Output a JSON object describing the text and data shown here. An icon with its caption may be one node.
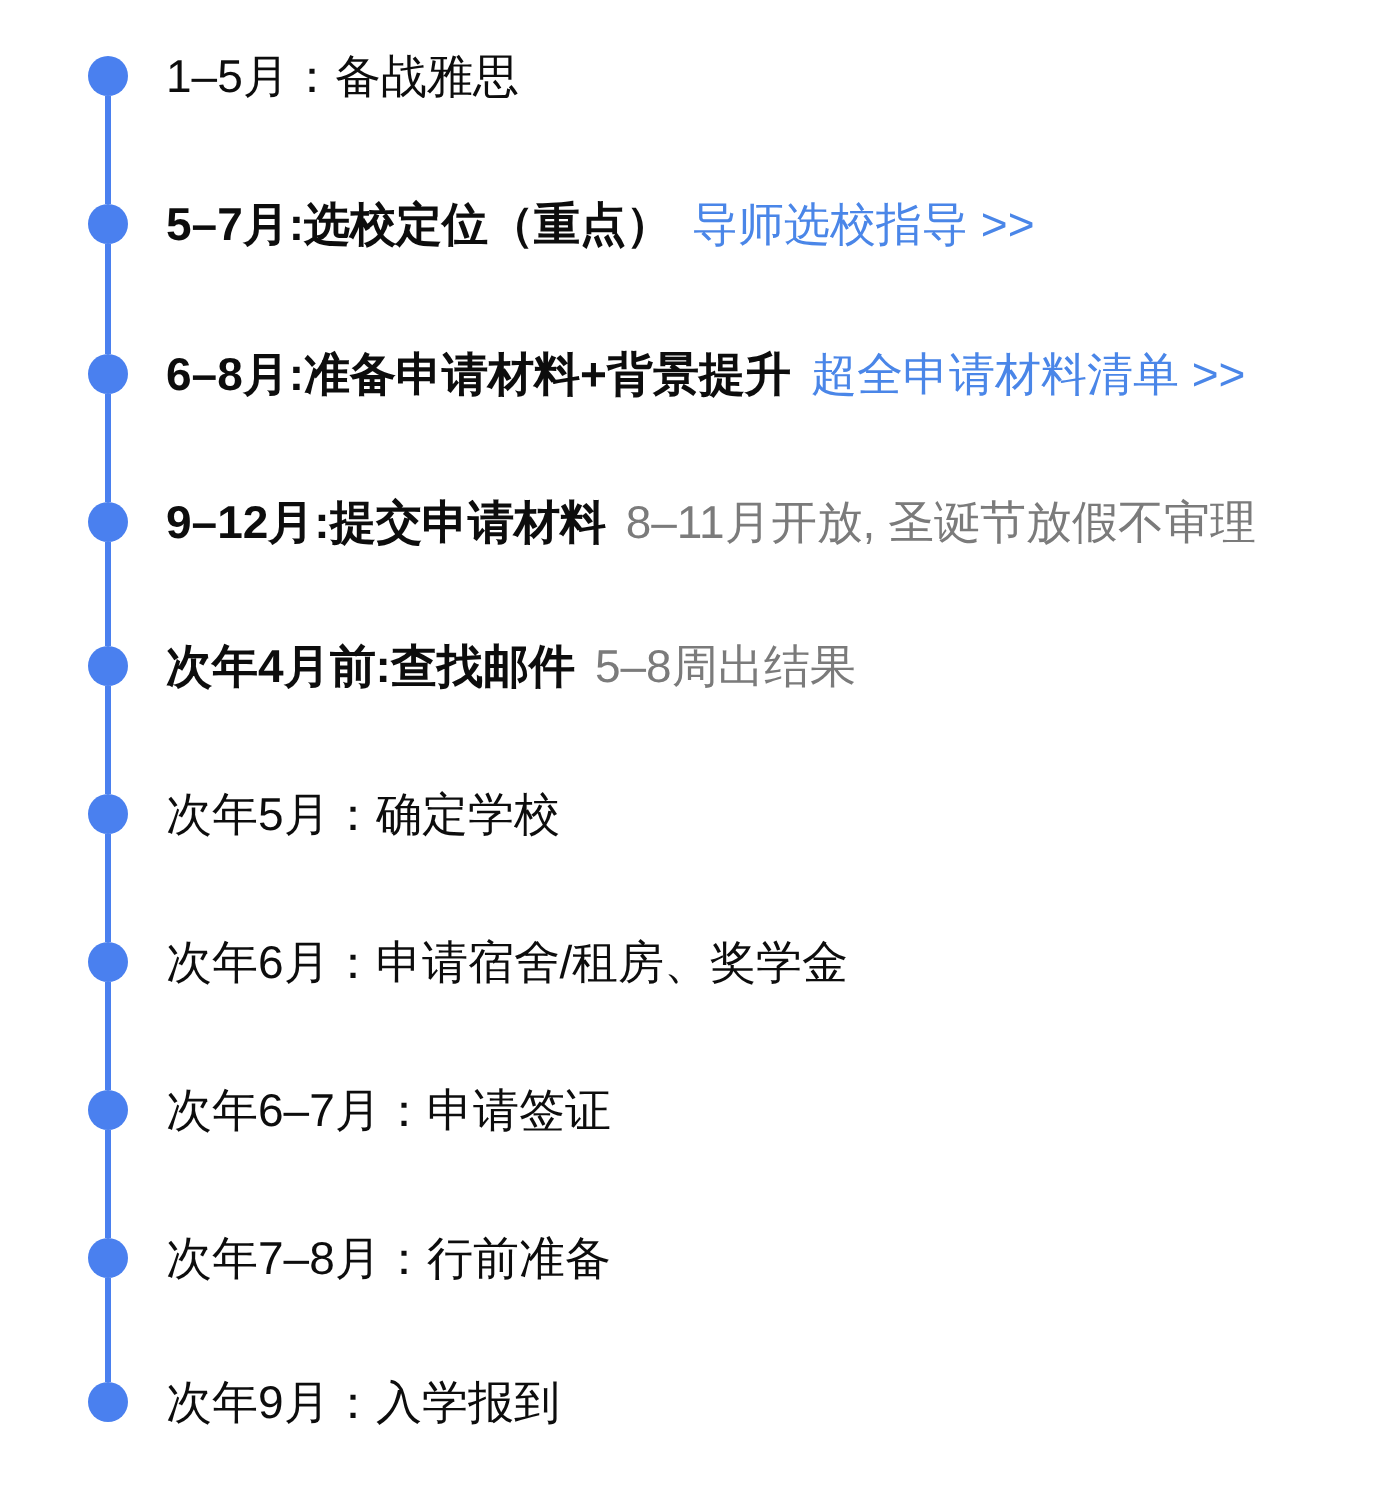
{
  "diagram": {
    "nodes": [
      {
        "text": [
          "1–5月：备战雅思"
        ]
      },
      {
        "text": [
          "5–7月:选校定位（重点）",
          "导师选校指导 >>"
        ]
      },
      {
        "text": [
          "6–8月:准备申请材料+背景提升",
          "超全申请材料清单 >>"
        ]
      },
      {
        "text": [
          "9–12月:提交申请材料",
          "8–11月开放, 圣诞节放假不审理"
        ]
      },
      {
        "text": [
          "次年4月前:查找邮件",
          "5–8周出结果"
        ]
      },
      {
        "text": [
          "次年5月：确定学校"
        ]
      },
      {
        "text": [
          "次年6月：申请宿舍/租房、奖学金"
        ]
      },
      {
        "text": [
          "次年6–7月：申请签证"
        ]
      },
      {
        "text": [
          "次年7–8月：行前准备"
        ]
      },
      {
        "text": [
          "次年9月：入学报到"
        ]
      }
    ],
    "edges": [
      {
        "from": 0,
        "to": 1,
        "arrow": "none"
      },
      {
        "from": 1,
        "to": 2,
        "arrow": "none"
      },
      {
        "from": 2,
        "to": 3,
        "arrow": "none"
      },
      {
        "from": 3,
        "to": 4,
        "arrow": "none"
      },
      {
        "from": 4,
        "to": 5,
        "arrow": "none"
      },
      {
        "from": 5,
        "to": 6,
        "arrow": "none"
      },
      {
        "from": 6,
        "to": 7,
        "arrow": "none"
      },
      {
        "from": 7,
        "to": 8,
        "arrow": "none"
      },
      {
        "from": 8,
        "to": 9,
        "arrow": "none"
      }
    ]
  }
}
